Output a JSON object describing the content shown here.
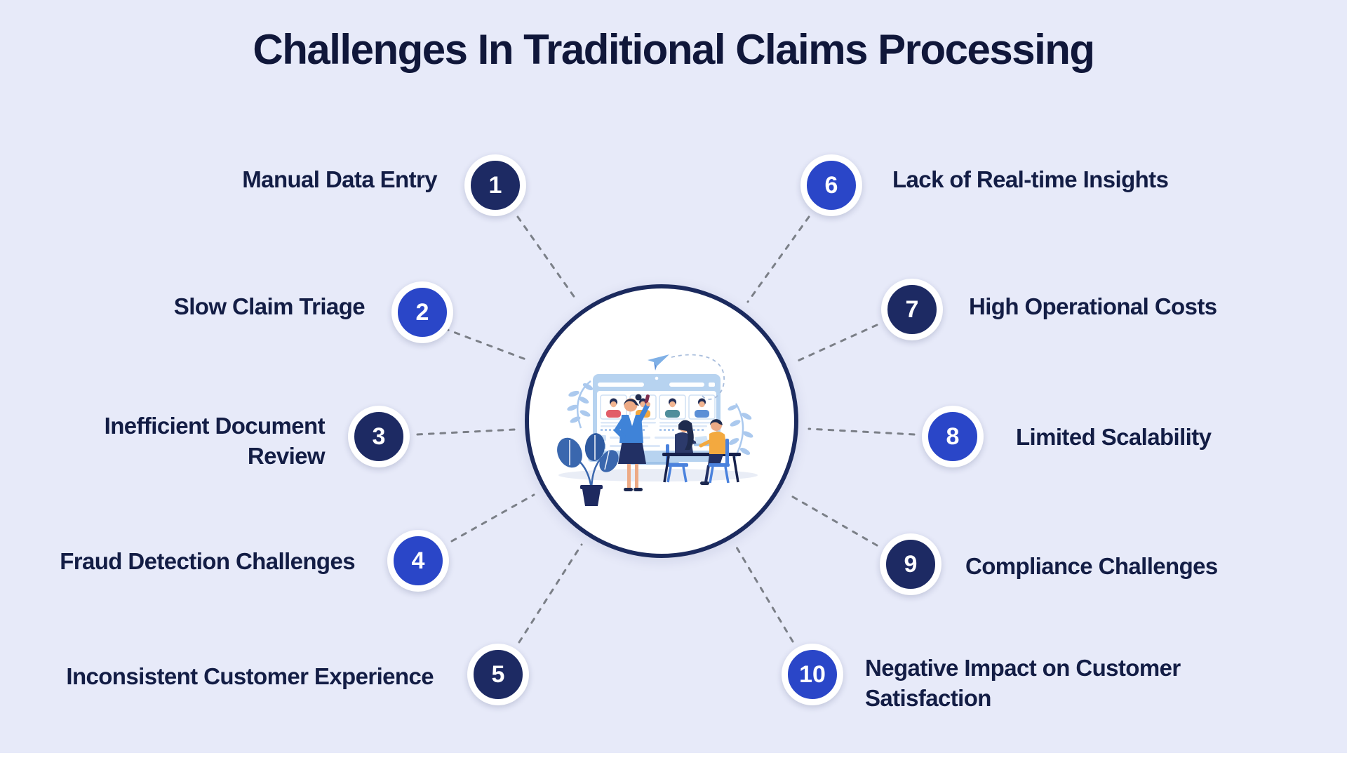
{
  "title": "Challenges In Traditional Claims Processing",
  "colors": {
    "background": "#e7eaf9",
    "navy_circle": "#1d2a63",
    "blue_circle": "#2a46c8",
    "label_text": "#131d45",
    "connector_dash": "#72767e",
    "ring_white": "#ffffff",
    "center_circle_border": "#1b2a5e"
  },
  "center": {
    "illustration": "claims-review-team-illustration"
  },
  "items": [
    {
      "number": "1",
      "label": "Manual Data Entry",
      "side": "left",
      "color": "navy"
    },
    {
      "number": "2",
      "label": "Slow Claim Triage",
      "side": "left",
      "color": "blue"
    },
    {
      "number": "3",
      "label": "Inefficient Document Review",
      "side": "left",
      "color": "navy"
    },
    {
      "number": "4",
      "label": "Fraud Detection Challenges",
      "side": "left",
      "color": "blue"
    },
    {
      "number": "5",
      "label": "Inconsistent Customer Experience",
      "side": "left",
      "color": "navy"
    },
    {
      "number": "6",
      "label": "Lack of Real-time Insights",
      "side": "right",
      "color": "blue"
    },
    {
      "number": "7",
      "label": "High Operational Costs",
      "side": "right",
      "color": "navy"
    },
    {
      "number": "8",
      "label": "Limited Scalability",
      "side": "right",
      "color": "blue"
    },
    {
      "number": "9",
      "label": "Compliance Challenges",
      "side": "right",
      "color": "navy"
    },
    {
      "number": "10",
      "label": "Negative Impact on Customer Satisfaction",
      "side": "right",
      "color": "blue"
    }
  ]
}
